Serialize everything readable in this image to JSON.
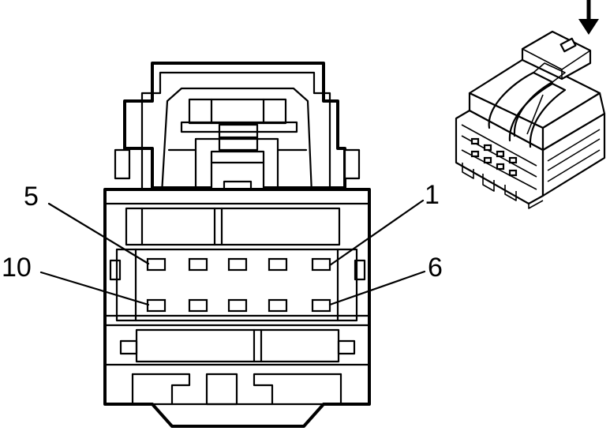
{
  "diagram": {
    "pin_labels": [
      {
        "id": "label-pin-5",
        "text": "5"
      },
      {
        "id": "label-pin-1",
        "text": "1"
      },
      {
        "id": "label-pin-10",
        "text": "10"
      },
      {
        "id": "label-pin-6",
        "text": "6"
      }
    ],
    "pin_count": 10,
    "rows": 2,
    "pins_per_row": 5
  }
}
